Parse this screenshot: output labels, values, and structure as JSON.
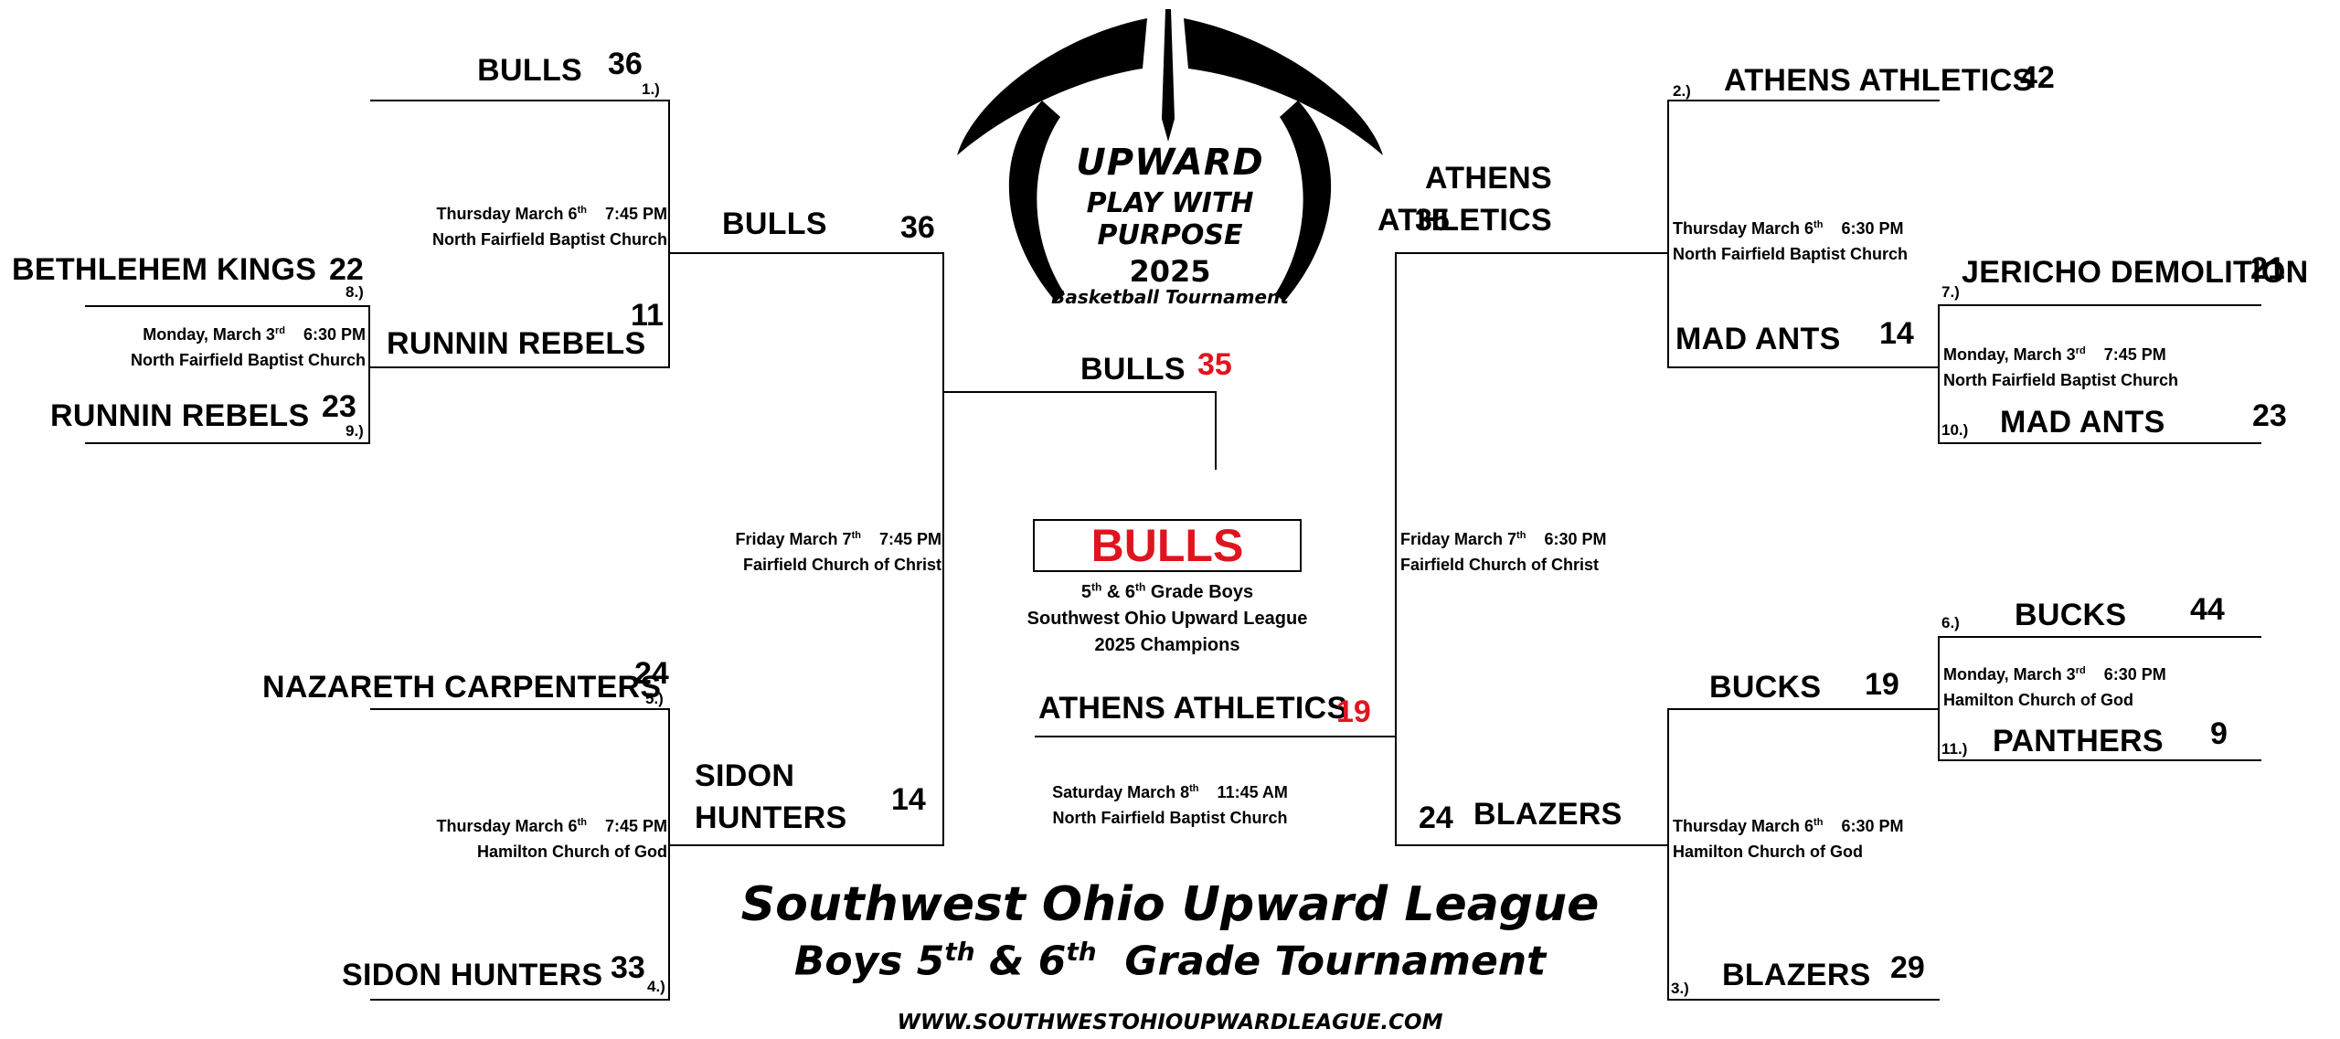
{
  "logo": {
    "brand": "UPWARD",
    "tag1": "PLAY WITH",
    "tag2": "PURPOSE",
    "year": "2025",
    "sub": "Basketball Tournament"
  },
  "accent_color": "#e0141e",
  "left_top": {
    "r1_top": {
      "team": "BULLS",
      "score": "36",
      "seed": "1.)"
    },
    "play_in_top": {
      "team": "BETHLEHEM KINGS",
      "score": "22",
      "seed": "8.)"
    },
    "play_in_bottom": {
      "team": "RUNNIN REBELS",
      "score": "23",
      "seed": "9.)"
    },
    "play_in_game": {
      "date": "Monday, March 3",
      "sup": "rd",
      "time": "6:30 PM",
      "venue": "North Fairfield Baptist Church"
    },
    "r1_bottom": {
      "team": "RUNNIN REBELS",
      "score": "11"
    },
    "r1_game": {
      "date": "Thursday March 6",
      "sup": "th",
      "time": "7:45 PM",
      "venue": "North Fairfield Baptist Church"
    },
    "semi": {
      "team": "BULLS",
      "score": "36"
    }
  },
  "left_bottom": {
    "r1_top": {
      "team": "NAZARETH CARPENTERS",
      "score": "24",
      "seed": "5.)"
    },
    "r1_game": {
      "date": "Thursday March 6",
      "sup": "th",
      "time": "7:45 PM",
      "venue": "Hamilton Church of God"
    },
    "r1_bottom": {
      "team": "SIDON HUNTERS",
      "score": "33",
      "seed": "4.)"
    },
    "semi_line1": "SIDON",
    "semi_line2": "HUNTERS",
    "semi_score": "14"
  },
  "left_semi_game": {
    "date": "Friday March 7",
    "sup": "th",
    "time": "7:45 PM",
    "venue": "Fairfield Church of Christ"
  },
  "right_top": {
    "r1_top": {
      "team": "ATHENS ATHLETICS",
      "score": "42",
      "seed": "2.)"
    },
    "r1_game": {
      "date": "Thursday March 6",
      "sup": "th",
      "time": "6:30 PM",
      "venue": "North Fairfield Baptist Church"
    },
    "play_in_top": {
      "team": "JERICHO DEMOLITION",
      "score": "21",
      "seed": "7.)"
    },
    "play_in_game": {
      "date": "Monday, March 3",
      "sup": "rd",
      "time": "7:45 PM",
      "venue": "North Fairfield Baptist Church"
    },
    "play_in_bottom": {
      "team": "MAD ANTS",
      "score": "23",
      "seed": "10.)"
    },
    "r1_bottom": {
      "team": "MAD ANTS",
      "score": "14"
    },
    "semi_line1": "ATHENS",
    "semi_line2": "ATHLETICS",
    "semi_score": "35"
  },
  "right_bottom": {
    "play_in_top": {
      "team": "BUCKS",
      "score": "44",
      "seed": "6.)"
    },
    "play_in_game": {
      "date": "Monday, March 3",
      "sup": "rd",
      "time": "6:30 PM",
      "venue": "Hamilton Church of God"
    },
    "play_in_bottom": {
      "team": "PANTHERS",
      "score": "9",
      "seed": "11.)"
    },
    "r1_top": {
      "team": "BUCKS",
      "score": "19"
    },
    "r1_game": {
      "date": "Thursday March 6",
      "sup": "th",
      "time": "6:30 PM",
      "venue": "Hamilton Church of God"
    },
    "r1_bottom": {
      "team": "BLAZERS",
      "score": "29",
      "seed": "3.)"
    },
    "semi": {
      "team": "BLAZERS",
      "score": "24"
    }
  },
  "right_semi_game": {
    "date": "Friday March 7",
    "sup": "th",
    "time": "6:30 PM",
    "venue": "Fairfield Church of Christ"
  },
  "final": {
    "top": {
      "team": "BULLS",
      "score": "35"
    },
    "bottom": {
      "team": "ATHENS ATHLETICS",
      "score": "19"
    },
    "date": "Saturday March 8",
    "sup": "th",
    "time": "11:45 AM",
    "venue": "North Fairfield Baptist Church"
  },
  "champion": {
    "name": "BULLS",
    "grade_a": "5",
    "grade_a_sup": "th",
    "grade_mid": " & 6",
    "grade_b_sup": "th",
    "grade_end": " Grade Boys",
    "league": "Southwest Ohio Upward League",
    "title": "2025 Champions"
  },
  "footer": {
    "title": "Southwest Ohio Upward League",
    "line2_a": "Boys 5",
    "line2_sup1": "th",
    "line2_b": " & 6",
    "line2_sup2": "th",
    "line2_c": "  Grade Tournament",
    "url": "WWW.SOUTHWESTOHIOUPWARDLEAGUE.COM"
  }
}
